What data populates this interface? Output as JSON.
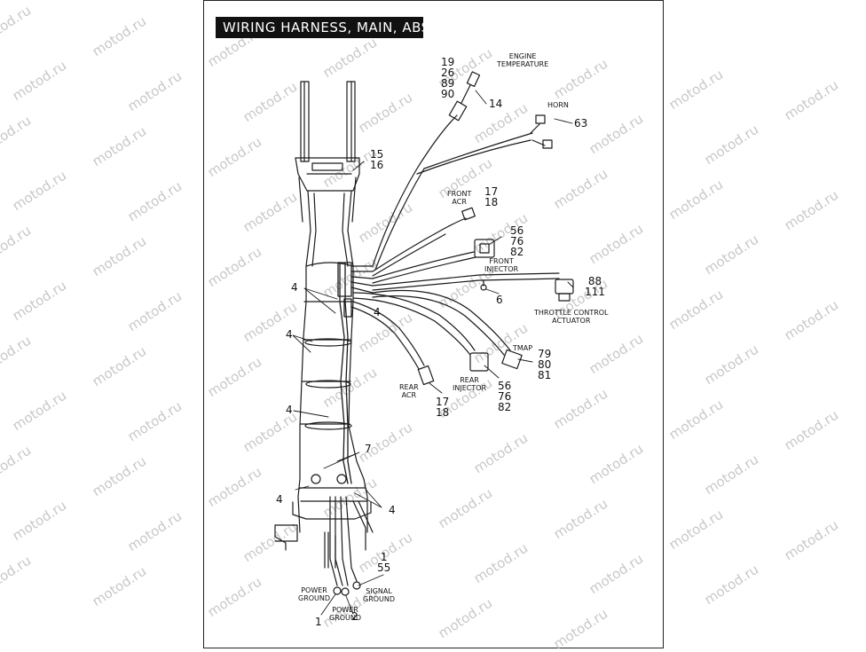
{
  "title": "WIRING HARNESS, MAIN, ABS",
  "watermark_text": "motod.ru",
  "labels": {
    "engine_temperature": "ENGINE\nTEMPERATURE",
    "horn": "HORN",
    "front_acr": "FRONT\nACR",
    "front_injector": "FRONT\nINJECTOR",
    "throttle_control_actuator": "THROTTLE CONTROL\nACTUATOR",
    "tmap": "TMAP",
    "rear_injector": "REAR\nINJECTOR",
    "rear_acr": "REAR\nACR",
    "power_ground_left": "POWER\nGROUND",
    "power_ground_center": "POWER\nGROUND",
    "signal_ground": "SIGNAL\nGROUND"
  },
  "callouts": {
    "engine_temp_parts": "19\n26\n89\n90",
    "engine_temp_14": "14",
    "horn_63": "63",
    "frame_15_16": "15\n16",
    "front_acr_parts": "17\n18",
    "front_injector_parts": "56\n76\n82",
    "part_6": "6",
    "throttle_parts": "88\n111",
    "tmap_parts": "79\n80\n81",
    "rear_injector_parts": "56\n76\n82",
    "rear_acr_parts": "17\n18",
    "clip_4_a": "4",
    "clip_4_b": "4",
    "clip_4_c": "4",
    "clip_4_d": "4",
    "clip_4_e": "4",
    "clip_4_f": "4",
    "part_7": "7",
    "signal_ground_parts": "1\n55",
    "power_ground_1": "1",
    "power_ground_2": "2"
  }
}
